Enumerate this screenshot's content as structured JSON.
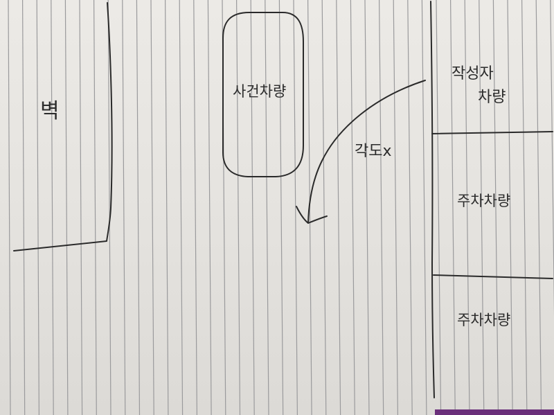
{
  "labels": {
    "wall": "벽",
    "accident_vehicle": "사건차량",
    "angle": "각도x",
    "driver_vehicle_line1": "작성자",
    "driver_vehicle_line2": "차량",
    "parked_vehicle_1": "주차차량",
    "parked_vehicle_2": "주차차량"
  },
  "colors": {
    "ink": "#2a2a2a",
    "paper": "#e8e6e2",
    "rule_lines": "#9a9a9c",
    "corner_accent": "#6a2f7a"
  }
}
